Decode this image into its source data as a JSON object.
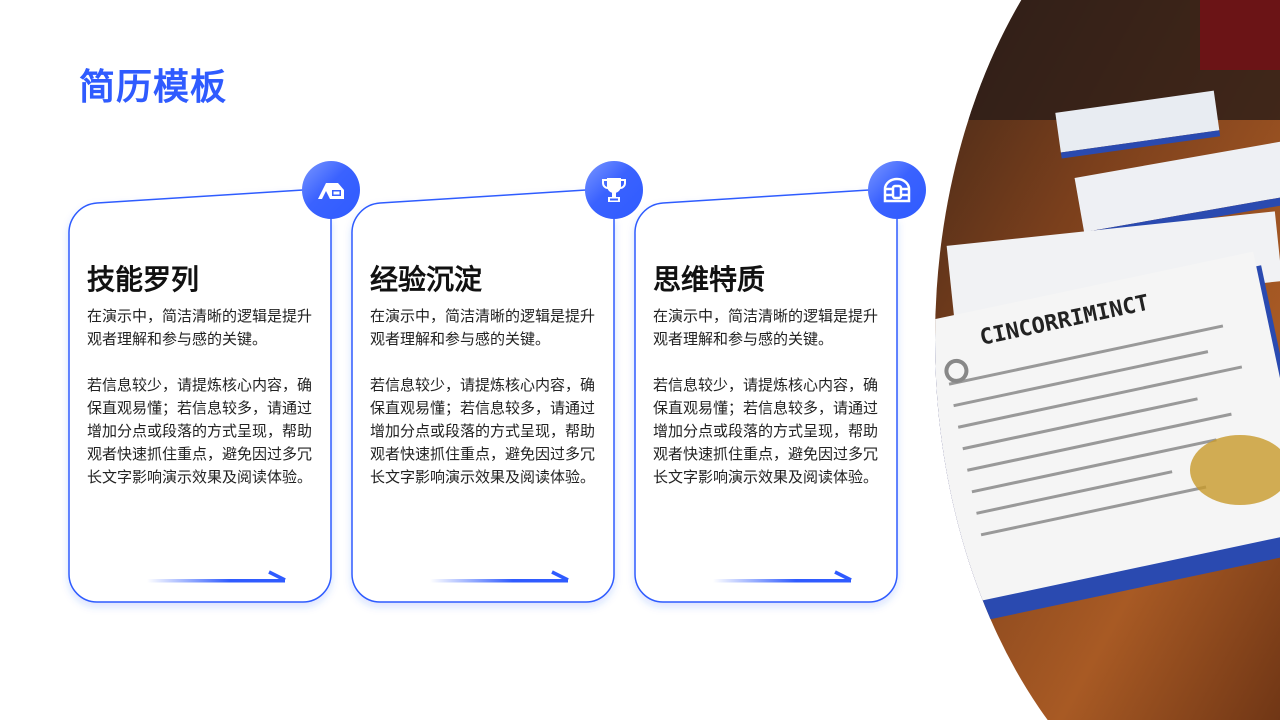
{
  "title": "简历模板",
  "cards": [
    {
      "heading": "技能罗列",
      "icon": "tent-icon",
      "p1": "在演示中，简洁清晰的逻辑是提升观者理解和参与感的关键。",
      "p2": "若信息较少，请提炼核心内容，确保直观易懂；若信息较多，请通过增加分点或段落的方式呈现，帮助观者快速抓住重点，避免因过多冗长文字影响演示效果及阅读体验。"
    },
    {
      "heading": "经验沉淀",
      "icon": "trophy-icon",
      "p1": "在演示中，简洁清晰的逻辑是提升观者理解和参与感的关键。",
      "p2": "若信息较少，请提炼核心内容，确保直观易懂；若信息较多，请通过增加分点或段落的方式呈现，帮助观者快速抓住重点，避免因过多冗长文字影响演示效果及阅读体验。"
    },
    {
      "heading": "思维特质",
      "icon": "treasure-chest-icon",
      "p1": "在演示中，简洁清晰的逻辑是提升观者理解和参与感的关键。",
      "p2": "若信息较少，请提炼核心内容，确保直观易懂；若信息较多，请通过增加分点或段落的方式呈现，帮助观者快速抓住重点，避免因过多冗长文字影响演示效果及阅读体验。"
    }
  ],
  "colors": {
    "accent": "#2f5bff",
    "text": "#222222"
  }
}
